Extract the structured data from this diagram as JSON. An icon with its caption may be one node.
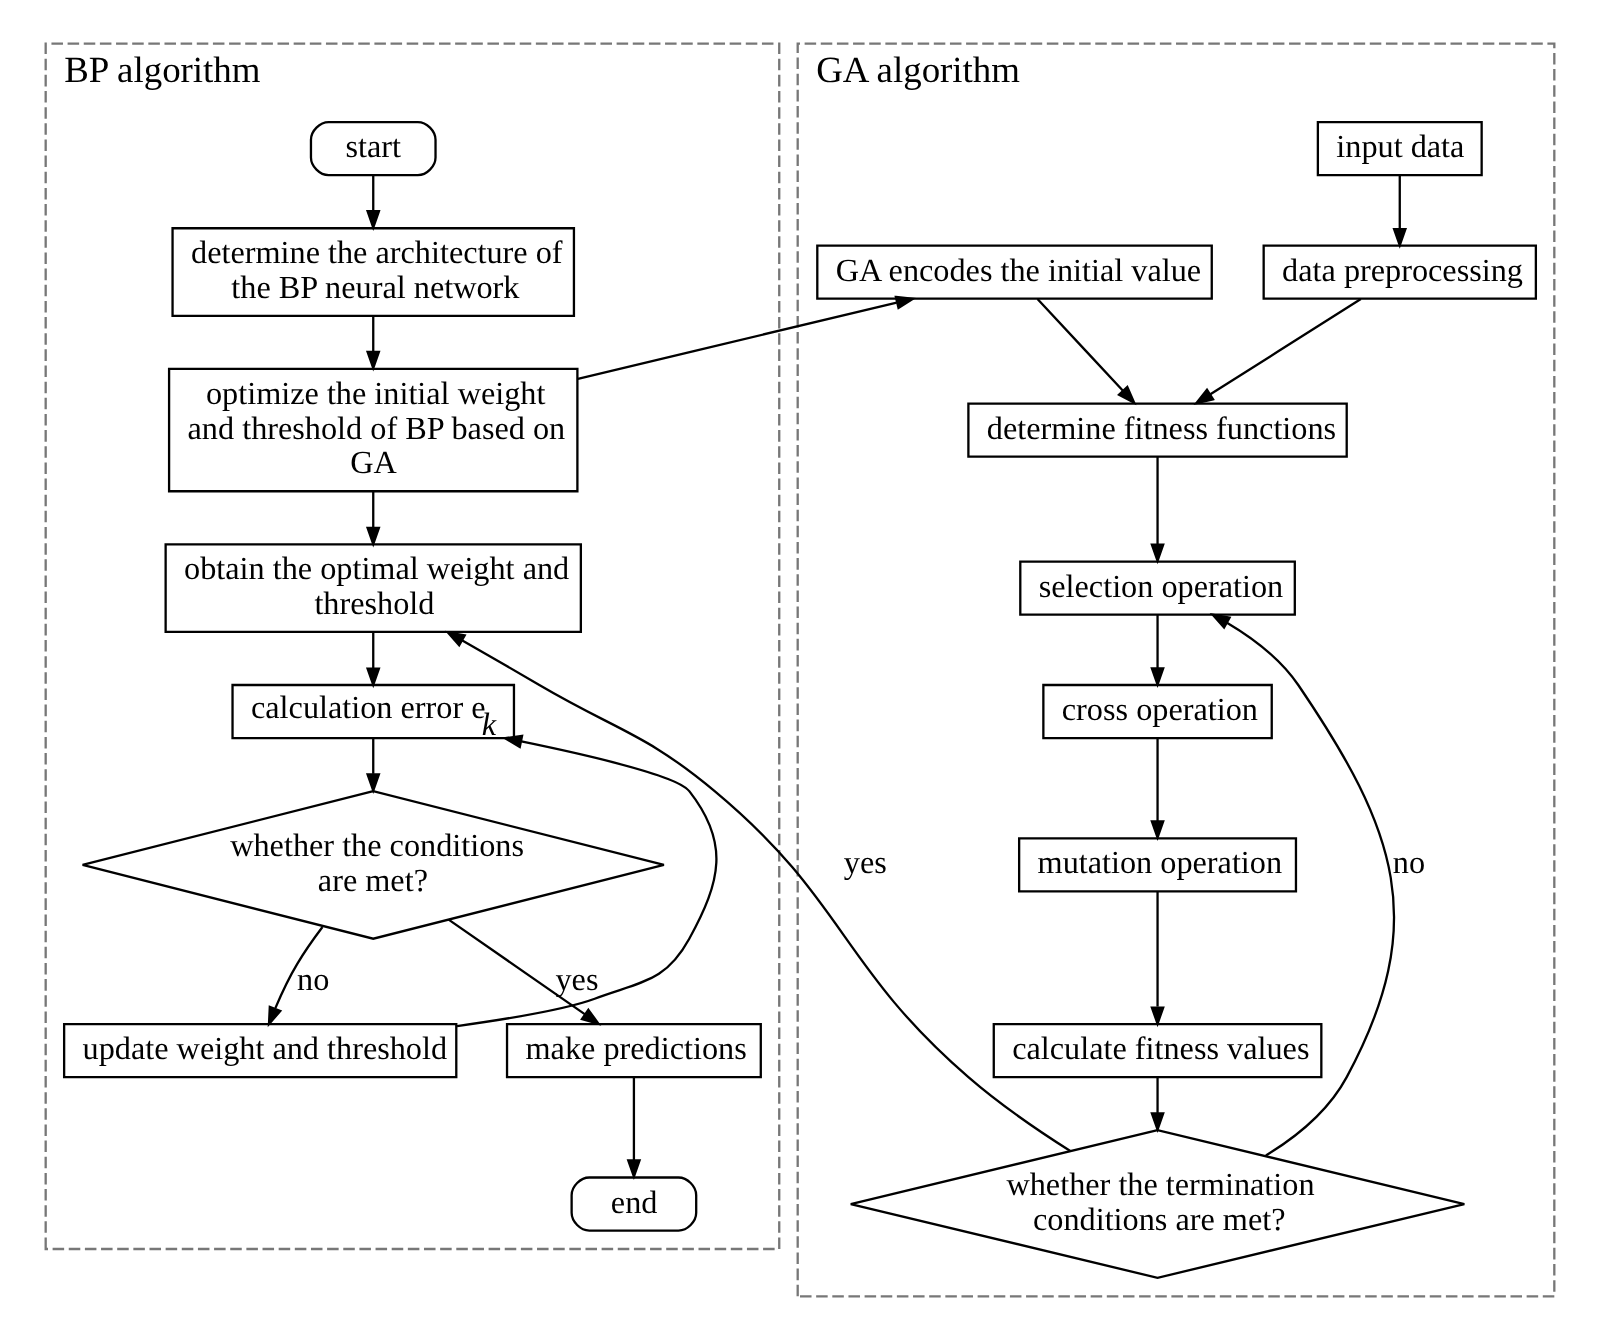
{
  "diagram": {
    "nodes": [
      {
        "text": [
          "BP algorithm"
        ]
      },
      {
        "text": [
          "start"
        ],
        "in": 0
      },
      {
        "text": [
          "determine the architecture of the BP neural network"
        ],
        "in": 0
      },
      {
        "text": [
          "optimize the initial weight and threshold of BP based on GA"
        ],
        "in": 0
      },
      {
        "text": [
          "obtain the optimal weight and threshold"
        ],
        "in": 0
      },
      {
        "text": [
          "calculation error e$_{k}$"
        ],
        "in": 0
      },
      {
        "text": [
          "update weight and threshold"
        ],
        "in": 0
      },
      {
        "text": [
          "whether the conditions are met?"
        ],
        "in": 0
      },
      {
        "text": [
          "make predictions"
        ],
        "in": 0
      },
      {
        "text": [
          "end"
        ],
        "in": 0
      },
      {
        "text": [
          "GA algorithm"
        ]
      },
      {
        "text": [
          "input data"
        ],
        "in": 10
      },
      {
        "text": [
          "GA encodes the initial value"
        ],
        "in": 10
      },
      {
        "text": [
          "data preprocessing"
        ],
        "in": 10
      },
      {
        "text": [
          "determine fitness functions"
        ],
        "in": 10
      },
      {
        "text": [
          "selection operation"
        ],
        "in": 10
      },
      {
        "text": [
          "cross operation"
        ],
        "in": 10
      },
      {
        "text": [
          "mutation operation"
        ],
        "in": 10
      },
      {
        "text": [
          "calculate fitness values"
        ],
        "in": 10
      },
      {
        "text": [
          "whether the termination conditions are met?"
        ],
        "in": 10
      }
    ],
    "edges": [
      {
        "from": 1,
        "to": 2,
        "arrow": "to"
      },
      {
        "from": 2,
        "to": 3,
        "arrow": "to"
      },
      {
        "from": 3,
        "to": 12,
        "arrow": "to"
      },
      {
        "from": 3,
        "to": 4,
        "arrow": "to"
      },
      {
        "from": 4,
        "to": 5,
        "arrow": "to"
      },
      {
        "from": 5,
        "to": 7,
        "arrow": "to"
      },
      {
        "from": 7,
        "to": 6,
        "label": "no",
        "arrow": "to"
      },
      {
        "from": 6,
        "to": 5,
        "arrow": "to"
      },
      {
        "from": 7,
        "to": 8,
        "label": "yes",
        "arrow": "to"
      },
      {
        "from": 8,
        "to": 9,
        "arrow": "to"
      },
      {
        "from": 11,
        "to": 13,
        "arrow": "to"
      },
      {
        "from": 12,
        "to": 14,
        "arrow": "to"
      },
      {
        "from": 13,
        "to": 14,
        "arrow": "to"
      },
      {
        "from": 14,
        "to": 15,
        "arrow": "to"
      },
      {
        "from": 15,
        "to": 16,
        "arrow": "to"
      },
      {
        "from": 16,
        "to": 17,
        "arrow": "to"
      },
      {
        "from": 17,
        "to": 18,
        "arrow": "to"
      },
      {
        "from": 18,
        "to": 19,
        "arrow": "to"
      },
      {
        "from": 19,
        "to": 15,
        "label": "no",
        "arrow": "to"
      },
      {
        "from": 19,
        "to": 4,
        "label": "yes",
        "arrow": "to"
      }
    ]
  }
}
